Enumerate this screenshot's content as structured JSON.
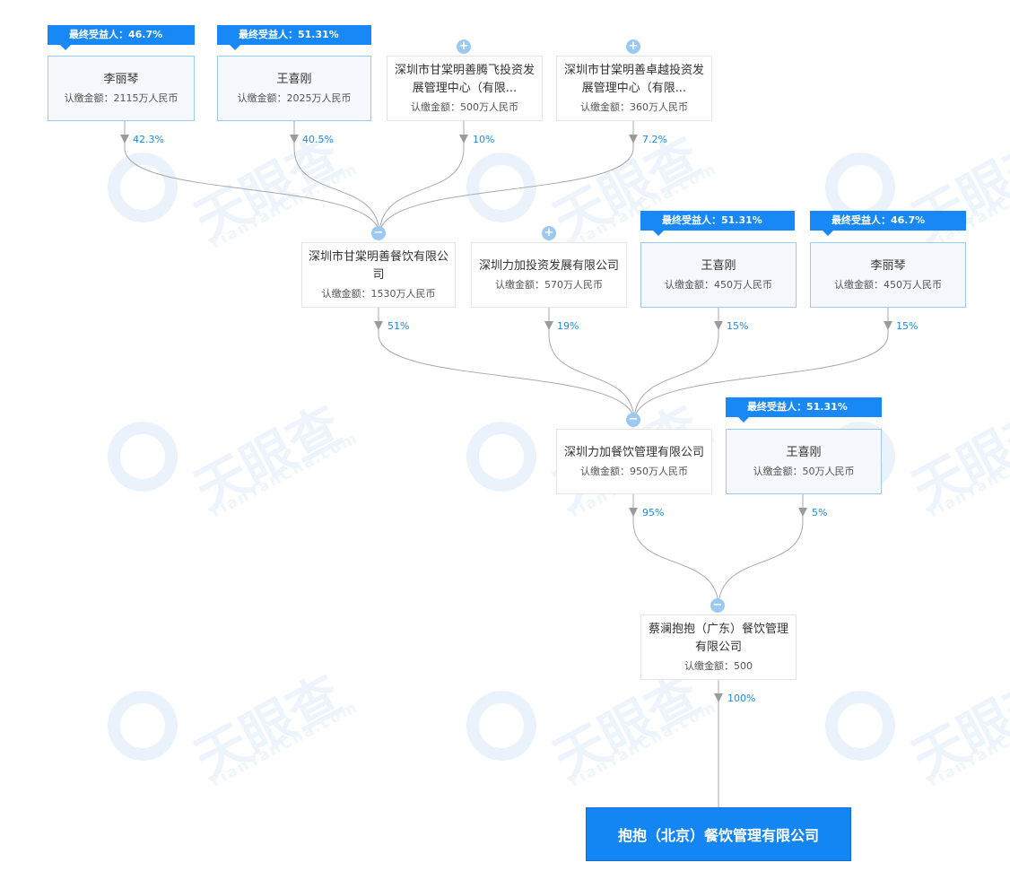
{
  "watermark": {
    "main": "天眼查",
    "sub": "TianYanCha.com"
  },
  "nodes": {
    "li_lq_top": {
      "name": "李丽琴",
      "amount": "认缴金额：2115万人民币",
      "tag": "最终受益人：46.7%"
    },
    "wang_top": {
      "name": "王喜刚",
      "amount": "认缴金额：2025万人民币",
      "tag": "最终受益人：51.31%"
    },
    "tengfei": {
      "name": "深圳市甘棠明善腾飞投资发展管理中心（有限...",
      "amount": "认缴金额：500万人民币"
    },
    "zhuoyue": {
      "name": "深圳市甘棠明善卓越投资发展管理中心（有限...",
      "amount": "认缴金额：360万人民币"
    },
    "canyin": {
      "name": "深圳市甘棠明善餐饮有限公司",
      "amount": "认缴金额：1530万人民币"
    },
    "lijia_tz": {
      "name": "深圳力加投资发展有限公司",
      "amount": "认缴金额：570万人民币"
    },
    "wang_mid": {
      "name": "王喜刚",
      "amount": "认缴金额：450万人民币",
      "tag": "最终受益人：51.31%"
    },
    "li_mid": {
      "name": "李丽琴",
      "amount": "认缴金额：450万人民币",
      "tag": "最终受益人：46.7%"
    },
    "lijia_cy": {
      "name": "深圳力加餐饮管理有限公司",
      "amount": "认缴金额：950万人民币"
    },
    "wang_low": {
      "name": "王喜刚",
      "amount": "认缴金额：50万人民币",
      "tag": "最终受益人：51.31%"
    },
    "cailan": {
      "name": "蔡澜抱抱（广东）餐饮管理有限公司",
      "amount": "认缴金额：500"
    },
    "target": {
      "name": "抱抱（北京）餐饮管理有限公司"
    }
  },
  "edges": [
    {
      "from": "li_lq_top",
      "to": "canyin",
      "percent": "42.3%"
    },
    {
      "from": "wang_top",
      "to": "canyin",
      "percent": "40.5%"
    },
    {
      "from": "tengfei",
      "to": "canyin",
      "percent": "10%"
    },
    {
      "from": "zhuoyue",
      "to": "canyin",
      "percent": "7.2%"
    },
    {
      "from": "canyin",
      "to": "lijia_cy",
      "percent": "51%"
    },
    {
      "from": "lijia_tz",
      "to": "lijia_cy",
      "percent": "19%"
    },
    {
      "from": "wang_mid",
      "to": "lijia_cy",
      "percent": "15%"
    },
    {
      "from": "li_mid",
      "to": "lijia_cy",
      "percent": "15%"
    },
    {
      "from": "lijia_cy",
      "to": "cailan",
      "percent": "95%"
    },
    {
      "from": "wang_low",
      "to": "cailan",
      "percent": "5%"
    },
    {
      "from": "cailan",
      "to": "target",
      "percent": "100%"
    }
  ],
  "toggles": {
    "tengfei": "+",
    "zhuoyue": "+",
    "canyin": "−",
    "lijia_tz": "+",
    "lijia_cy": "−",
    "cailan": "−"
  }
}
